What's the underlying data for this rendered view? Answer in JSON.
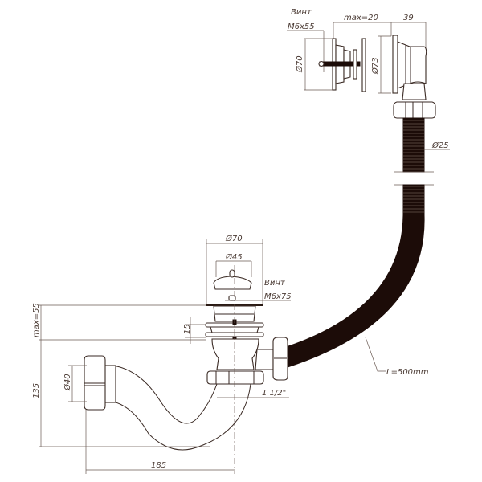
{
  "diagram": {
    "title": "Bathtub drain and overflow assembly (technical drawing)",
    "colors": {
      "line": "#3a2a24",
      "hose": "#1c0c08",
      "background": "#ffffff"
    },
    "overflow": {
      "screw_label_1": "Винт",
      "screw_label_2": "M6x55",
      "dim_max": "max=20",
      "dim_depth": "39",
      "dim_cover_diameter": "Ø70",
      "dim_body_diameter": "Ø73",
      "dim_hose_diameter": "Ø25"
    },
    "drain": {
      "dim_outer_diameter": "Ø70",
      "dim_plug_diameter": "Ø45",
      "screw_label_1": "Винт",
      "screw_label_2": "M6x75",
      "dim_thickness": "15",
      "dim_max": "max=55",
      "dim_thread": "1 1/2\""
    },
    "trap": {
      "dim_outlet_diameter": "Ø40",
      "dim_height": "135",
      "dim_width": "185"
    },
    "hose": {
      "length_label": "L=500mm"
    }
  }
}
